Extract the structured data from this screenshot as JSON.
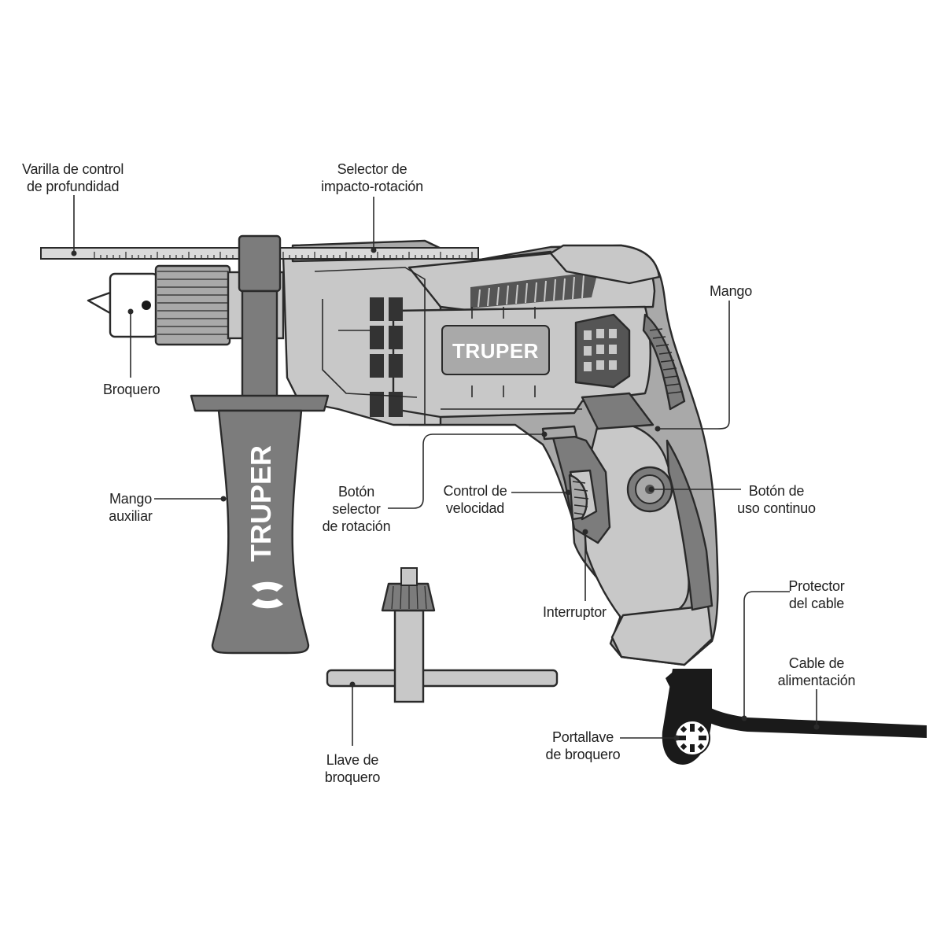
{
  "brand": {
    "logo_text": "TRUPER",
    "colors": {
      "light_body": "#c8c8c8",
      "mid_body": "#a9a9a9",
      "dark_grip": "#7c7c7c",
      "outline": "#2a2a2a",
      "cable": "#1a1a1a"
    }
  },
  "labels": {
    "varilla": {
      "line1": "Varilla de control",
      "line2": "de profundidad"
    },
    "selector_impacto": {
      "line1": "Selector de",
      "line2": "impacto-rotación"
    },
    "broquero": {
      "line1": "Broquero"
    },
    "mango": {
      "line1": "Mango"
    },
    "mango_auxiliar": {
      "line1": "Mango",
      "line2": "auxiliar"
    },
    "boton_selector": {
      "line1": "Botón",
      "line2": "selector",
      "line3": "de rotación"
    },
    "control_velocidad": {
      "line1": "Control de",
      "line2": "velocidad"
    },
    "boton_continuo": {
      "line1": "Botón de",
      "line2": "uso continuo"
    },
    "interruptor": {
      "line1": "Interruptor"
    },
    "protector_cable": {
      "line1": "Protector",
      "line2": "del cable"
    },
    "cable_alimentacion": {
      "line1": "Cable de",
      "line2": "alimentación"
    },
    "portallave": {
      "line1": "Portallave",
      "line2": "de broquero"
    },
    "llave": {
      "line1": "Llave de",
      "line2": "broquero"
    }
  }
}
